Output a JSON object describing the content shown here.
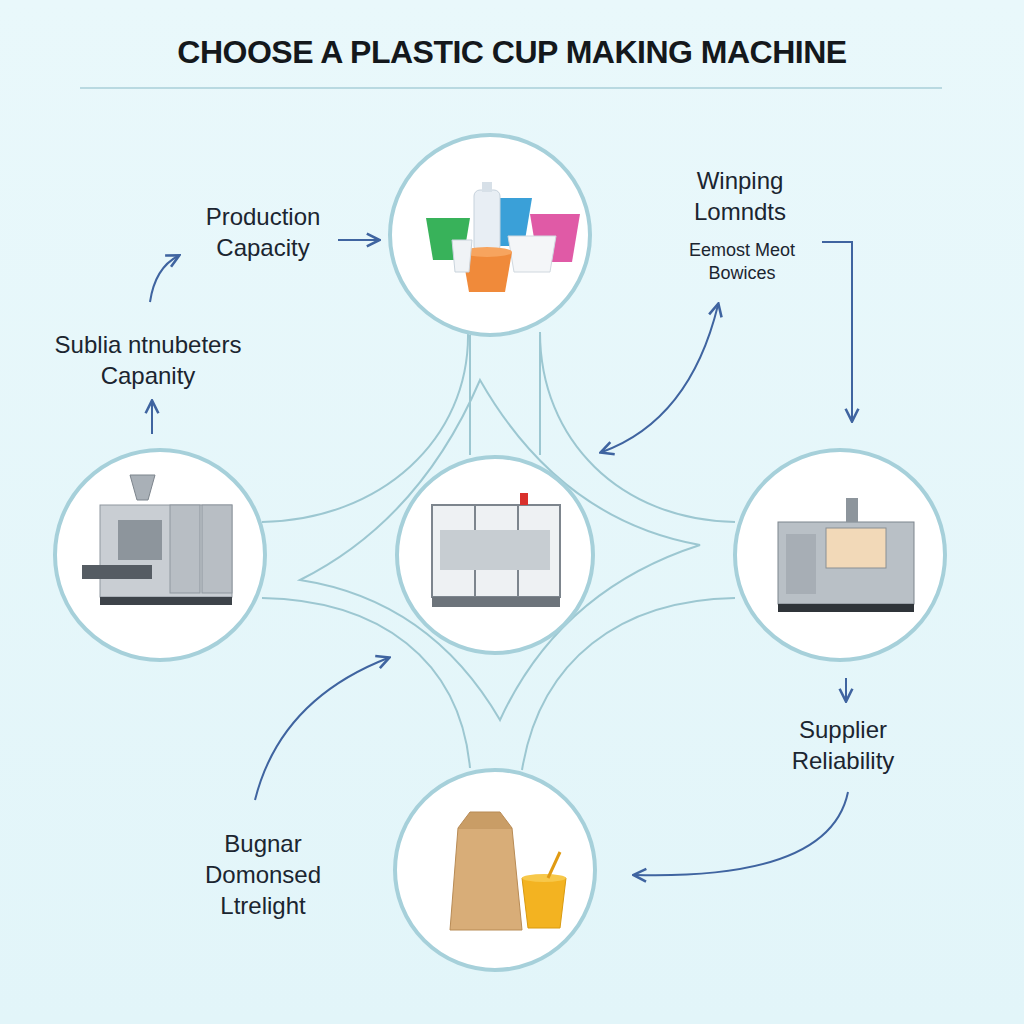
{
  "diagram": {
    "title": "CHOOSE A PLASTIC CUP MAKING MACHINE",
    "labels": [
      "Production Capacity",
      "Sublia ntnubeters Capanity",
      "Winping Lomndts",
      "Eemost Meot Bowices",
      "Supplier Reliability",
      "Bugnar Domonsed Ltrelight"
    ]
  }
}
